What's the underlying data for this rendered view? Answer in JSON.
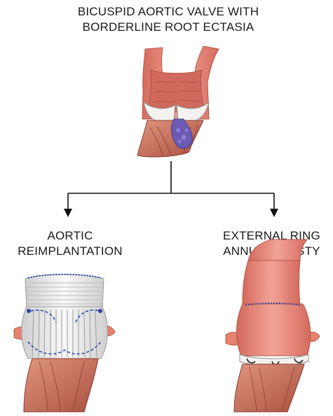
{
  "title": {
    "line1": "BICUSPID AORTIC VALVE WITH",
    "line2": "BORDERLINE ROOT ECTASIA"
  },
  "left": {
    "line1": "AORTIC",
    "line2": "REIMPLANTATION"
  },
  "right": {
    "line1": "EXTERNAL RING",
    "line2": "ANNULOPLASTY"
  },
  "colors": {
    "aorta_outer": "#e48a7d",
    "aorta_inner": "#c9574c",
    "valve_white": "#f4f2f0",
    "calcification": "#6b5bb5",
    "graft": "#ededed",
    "suture": "#2b45a8",
    "ventricle": "#c77660",
    "arrow": "#111111"
  }
}
